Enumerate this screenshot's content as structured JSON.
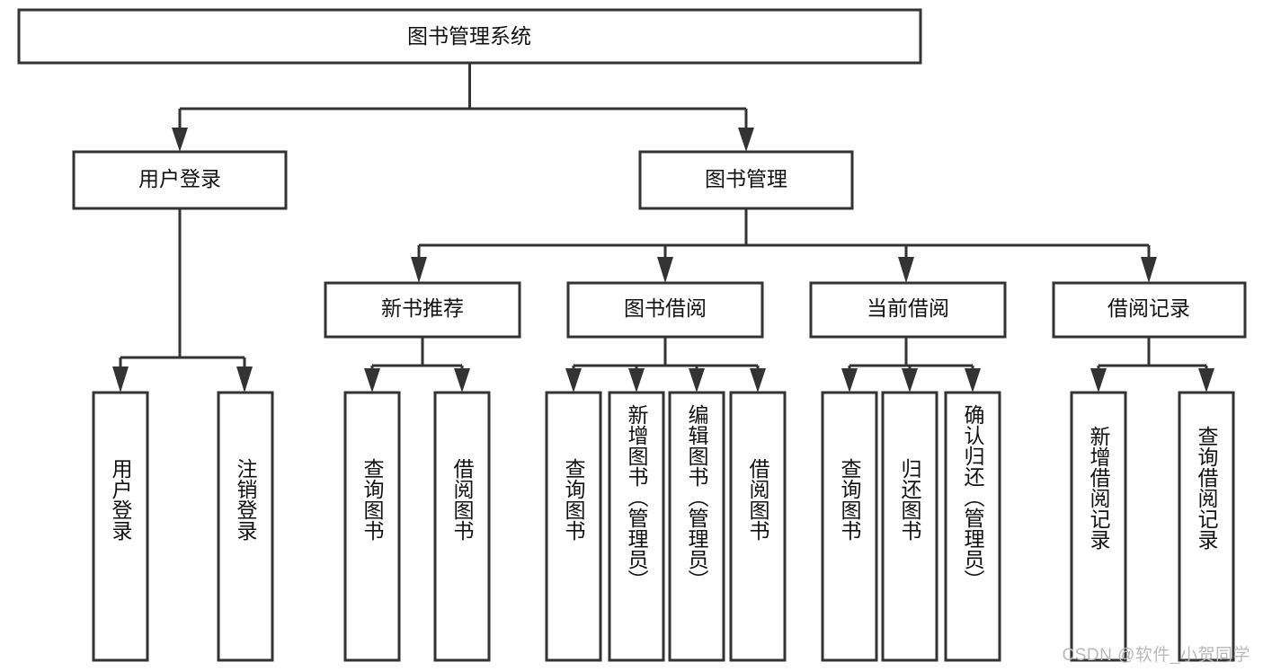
{
  "diagram": {
    "type": "tree-hierarchy",
    "orientation": "top-down",
    "root": {
      "id": "root",
      "label": "图书管理系统"
    },
    "level2": [
      {
        "id": "user-login",
        "label": "用户登录"
      },
      {
        "id": "book-management",
        "label": "图书管理"
      }
    ],
    "level3": [
      {
        "id": "new-book-recommend",
        "label": "新书推荐",
        "parent": "book-management"
      },
      {
        "id": "book-borrow",
        "label": "图书借阅",
        "parent": "book-management"
      },
      {
        "id": "current-borrow",
        "label": "当前借阅",
        "parent": "book-management"
      },
      {
        "id": "borrow-record",
        "label": "借阅记录",
        "parent": "book-management"
      }
    ],
    "leaves": [
      {
        "id": "leaf-1",
        "label": "用户登录",
        "parent": "user-login"
      },
      {
        "id": "leaf-2",
        "label": "注销登录",
        "parent": "user-login"
      },
      {
        "id": "leaf-3",
        "label": "查询图书",
        "parent": "new-book-recommend"
      },
      {
        "id": "leaf-4",
        "label": "借阅图书",
        "parent": "new-book-recommend"
      },
      {
        "id": "leaf-5",
        "label": "查询图书",
        "parent": "book-borrow"
      },
      {
        "id": "leaf-6",
        "label": "新增图书（管理员）",
        "parent": "book-borrow"
      },
      {
        "id": "leaf-7",
        "label": "编辑图书（管理员）",
        "parent": "book-borrow"
      },
      {
        "id": "leaf-8",
        "label": "借阅图书",
        "parent": "book-borrow"
      },
      {
        "id": "leaf-9",
        "label": "查询图书",
        "parent": "current-borrow"
      },
      {
        "id": "leaf-10",
        "label": "归还图书",
        "parent": "current-borrow"
      },
      {
        "id": "leaf-11",
        "label": "确认归还（管理员）",
        "parent": "current-borrow"
      },
      {
        "id": "leaf-12",
        "label": "新增借阅记录",
        "parent": "borrow-record"
      },
      {
        "id": "leaf-13",
        "label": "查询借阅记录",
        "parent": "borrow-record"
      }
    ]
  },
  "watermark": {
    "text": "CSDN @软件_小贺同学"
  },
  "colors": {
    "stroke": "#333333",
    "fill": "#ffffff",
    "text": "#111111",
    "watermark": "#b9b9b9"
  }
}
